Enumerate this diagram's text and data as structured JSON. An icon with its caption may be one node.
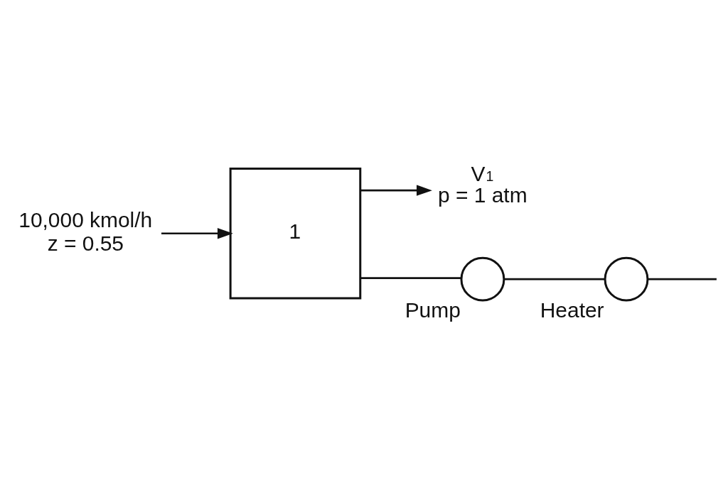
{
  "diagram": {
    "nodes": [
      {
        "text": [
          "10,000 kmol/h",
          "z = 0.55"
        ]
      },
      {
        "text": [
          "1"
        ]
      },
      {
        "text": [
          "V$_{1}$",
          "p = 1 atm"
        ]
      },
      {
        "text": [
          "Pump"
        ]
      },
      {
        "text": [
          "Heater"
        ]
      }
    ],
    "edges": [
      {
        "from": 0,
        "to": 1,
        "arrow": "to"
      },
      {
        "from": 1,
        "to": 2,
        "arrow": "to"
      },
      {
        "from": 1,
        "to": 3,
        "arrow": "none"
      },
      {
        "from": 3,
        "to": 4,
        "arrow": "none"
      },
      {
        "from": 4,
        "to": null,
        "arrow": "none"
      }
    ]
  }
}
